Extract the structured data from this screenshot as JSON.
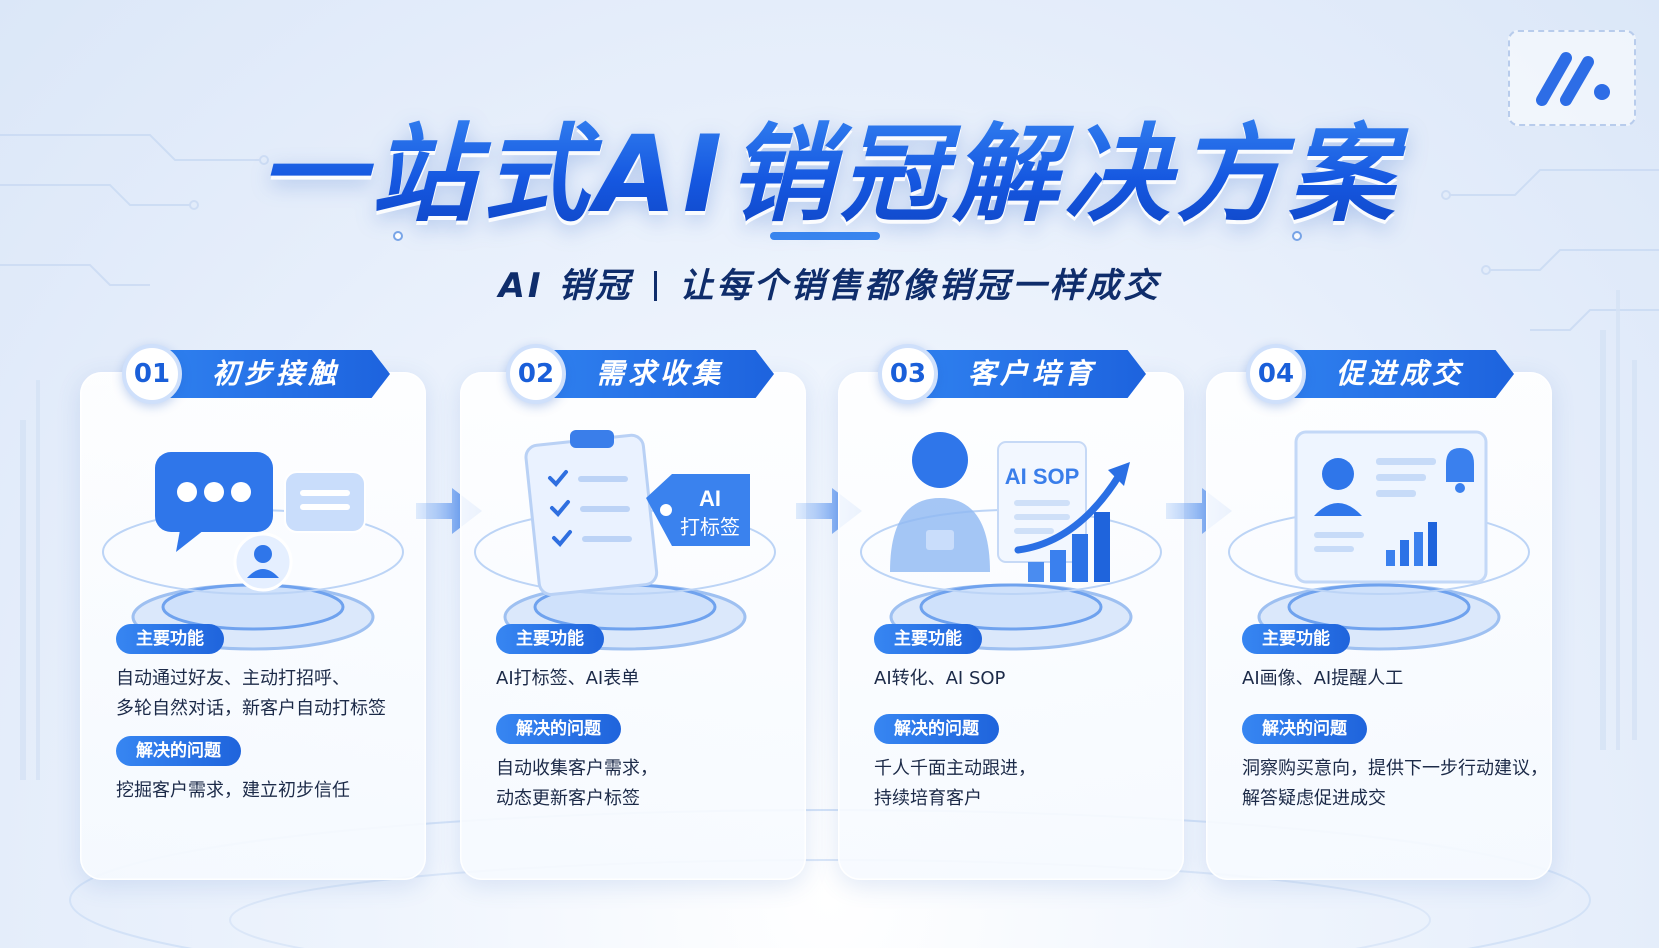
{
  "title": "一站式AI销冠解决方案",
  "subtitle": {
    "left": "AI 销冠",
    "right": "让每个销售都像销冠一样成交"
  },
  "colors": {
    "accent": "#1f64dc",
    "accent_light": "#3786f2",
    "dark_text": "#0f2d6b"
  },
  "logo": {
    "icon": "brand-logo-icon"
  },
  "steps": [
    {
      "num": "01",
      "title": "初步接触",
      "icon": "chat-bubbles-icon",
      "features_label": "主要功能",
      "features": [
        "自动通过好友、主动打招呼、",
        "多轮自然对话，新客户自动打标签"
      ],
      "problems_label": "解决的问题",
      "problems": [
        "挖掘客户需求，建立初步信任"
      ]
    },
    {
      "num": "02",
      "title": "需求收集",
      "icon": "clipboard-tag-icon",
      "tag_line1": "AI",
      "tag_line2": "打标签",
      "features_label": "主要功能",
      "features": [
        "AI打标签、AI表单"
      ],
      "problems_label": "解决的问题",
      "problems": [
        "自动收集客户需求，",
        "动态更新客户标签"
      ]
    },
    {
      "num": "03",
      "title": "客户培育",
      "icon": "person-growth-icon",
      "doc_label": "AI SOP",
      "features_label": "主要功能",
      "features": [
        "AI转化、AI SOP"
      ],
      "problems_label": "解决的问题",
      "problems": [
        "千人千面主动跟进，",
        "持续培育客户"
      ]
    },
    {
      "num": "04",
      "title": "促进成交",
      "icon": "profile-dashboard-icon",
      "features_label": "主要功能",
      "features": [
        "AI画像、AI提醒人工"
      ],
      "problems_label": "解决的问题",
      "problems": [
        "洞察购买意向，提供下一步行动建议，",
        "解答疑虑促进成交"
      ]
    }
  ]
}
